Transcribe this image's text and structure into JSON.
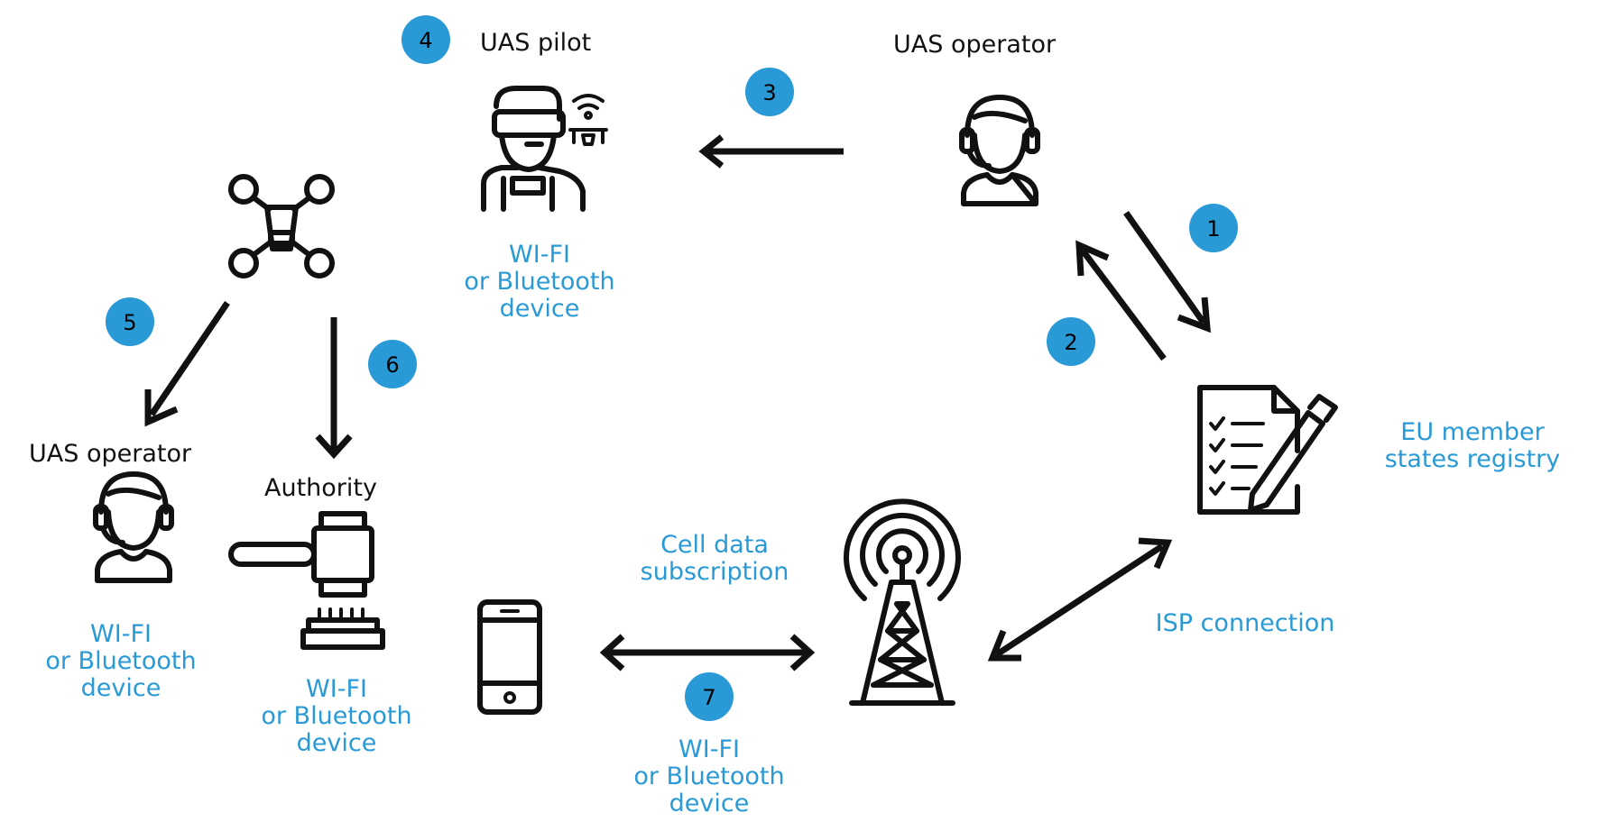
{
  "colors": {
    "badge": "#2a9ad6",
    "blue_text": "#2a9ad6",
    "icon": "#111111"
  },
  "labels": {
    "uas_pilot": "UAS pilot",
    "uas_operator_top": "UAS operator",
    "uas_operator_left": "UAS operator",
    "authority": "Authority",
    "registry_l1": "EU member",
    "registry_l2": "states registry",
    "cell_l1": "Cell data",
    "cell_l2": "subscription",
    "isp": "ISP connection"
  },
  "wifi": {
    "l1": "WI-FI",
    "l2": "or Bluetooth",
    "l3": "device"
  },
  "badges": {
    "b1": "1",
    "b2": "2",
    "b3": "3",
    "b4": "4",
    "b5": "5",
    "b6": "6",
    "b7": "7"
  },
  "icons": [
    "drone-icon",
    "pilot-icon",
    "operator-headset-icon",
    "document-pen-icon",
    "gavel-icon",
    "smartphone-icon",
    "cell-tower-icon"
  ]
}
